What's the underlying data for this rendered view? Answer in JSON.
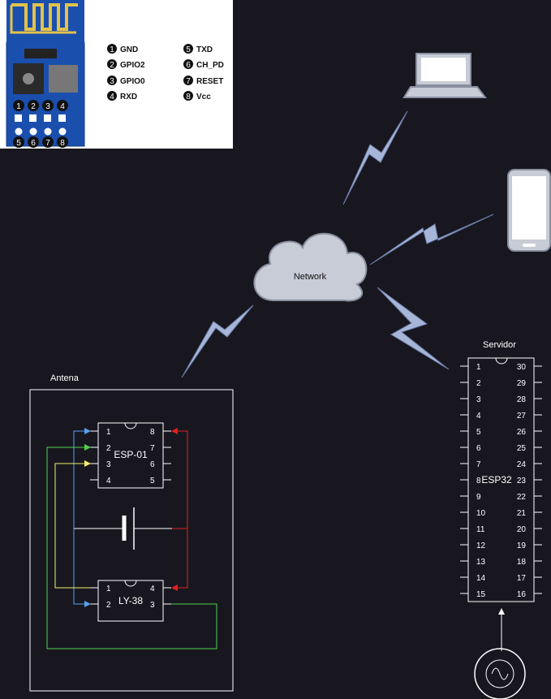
{
  "reference": {
    "pin_legend": [
      {
        "num": "1",
        "label": "GND"
      },
      {
        "num": "2",
        "label": "GPIO2"
      },
      {
        "num": "3",
        "label": "GPIO0"
      },
      {
        "num": "4",
        "label": "RXD"
      },
      {
        "num": "5",
        "label": "TXD"
      },
      {
        "num": "6",
        "label": "CH_PD"
      },
      {
        "num": "7",
        "label": "RESET"
      },
      {
        "num": "8",
        "label": "Vcc"
      }
    ],
    "board_top_pins": [
      "1",
      "2",
      "3",
      "4"
    ],
    "board_bottom_pins": [
      "5",
      "6",
      "7",
      "8"
    ]
  },
  "network": {
    "label": "Network"
  },
  "devices": {
    "laptop": "laptop",
    "phone": "smartphone"
  },
  "antena": {
    "title": "Antena",
    "esp01": {
      "name": "ESP-01",
      "left_pins": [
        "1",
        "2",
        "3",
        "4"
      ],
      "right_pins": [
        "8",
        "7",
        "6",
        "5"
      ]
    },
    "ly38": {
      "name": "LY-38",
      "left_pins": [
        "1",
        "2"
      ],
      "right_pins": [
        "4",
        "3"
      ]
    }
  },
  "servidor": {
    "title": "Servidor",
    "chip_name": "ESP32",
    "left_pins": [
      "1",
      "2",
      "3",
      "4",
      "5",
      "6",
      "7",
      "8",
      "9",
      "10",
      "11",
      "12",
      "13",
      "14",
      "15"
    ],
    "right_pins": [
      "30",
      "29",
      "28",
      "27",
      "26",
      "25",
      "24",
      "23",
      "22",
      "21",
      "20",
      "19",
      "18",
      "17",
      "16"
    ]
  },
  "colors": {
    "blue": "#5aa0f0",
    "green": "#4fd04f",
    "yellow": "#f0f06a",
    "red": "#e02020"
  }
}
